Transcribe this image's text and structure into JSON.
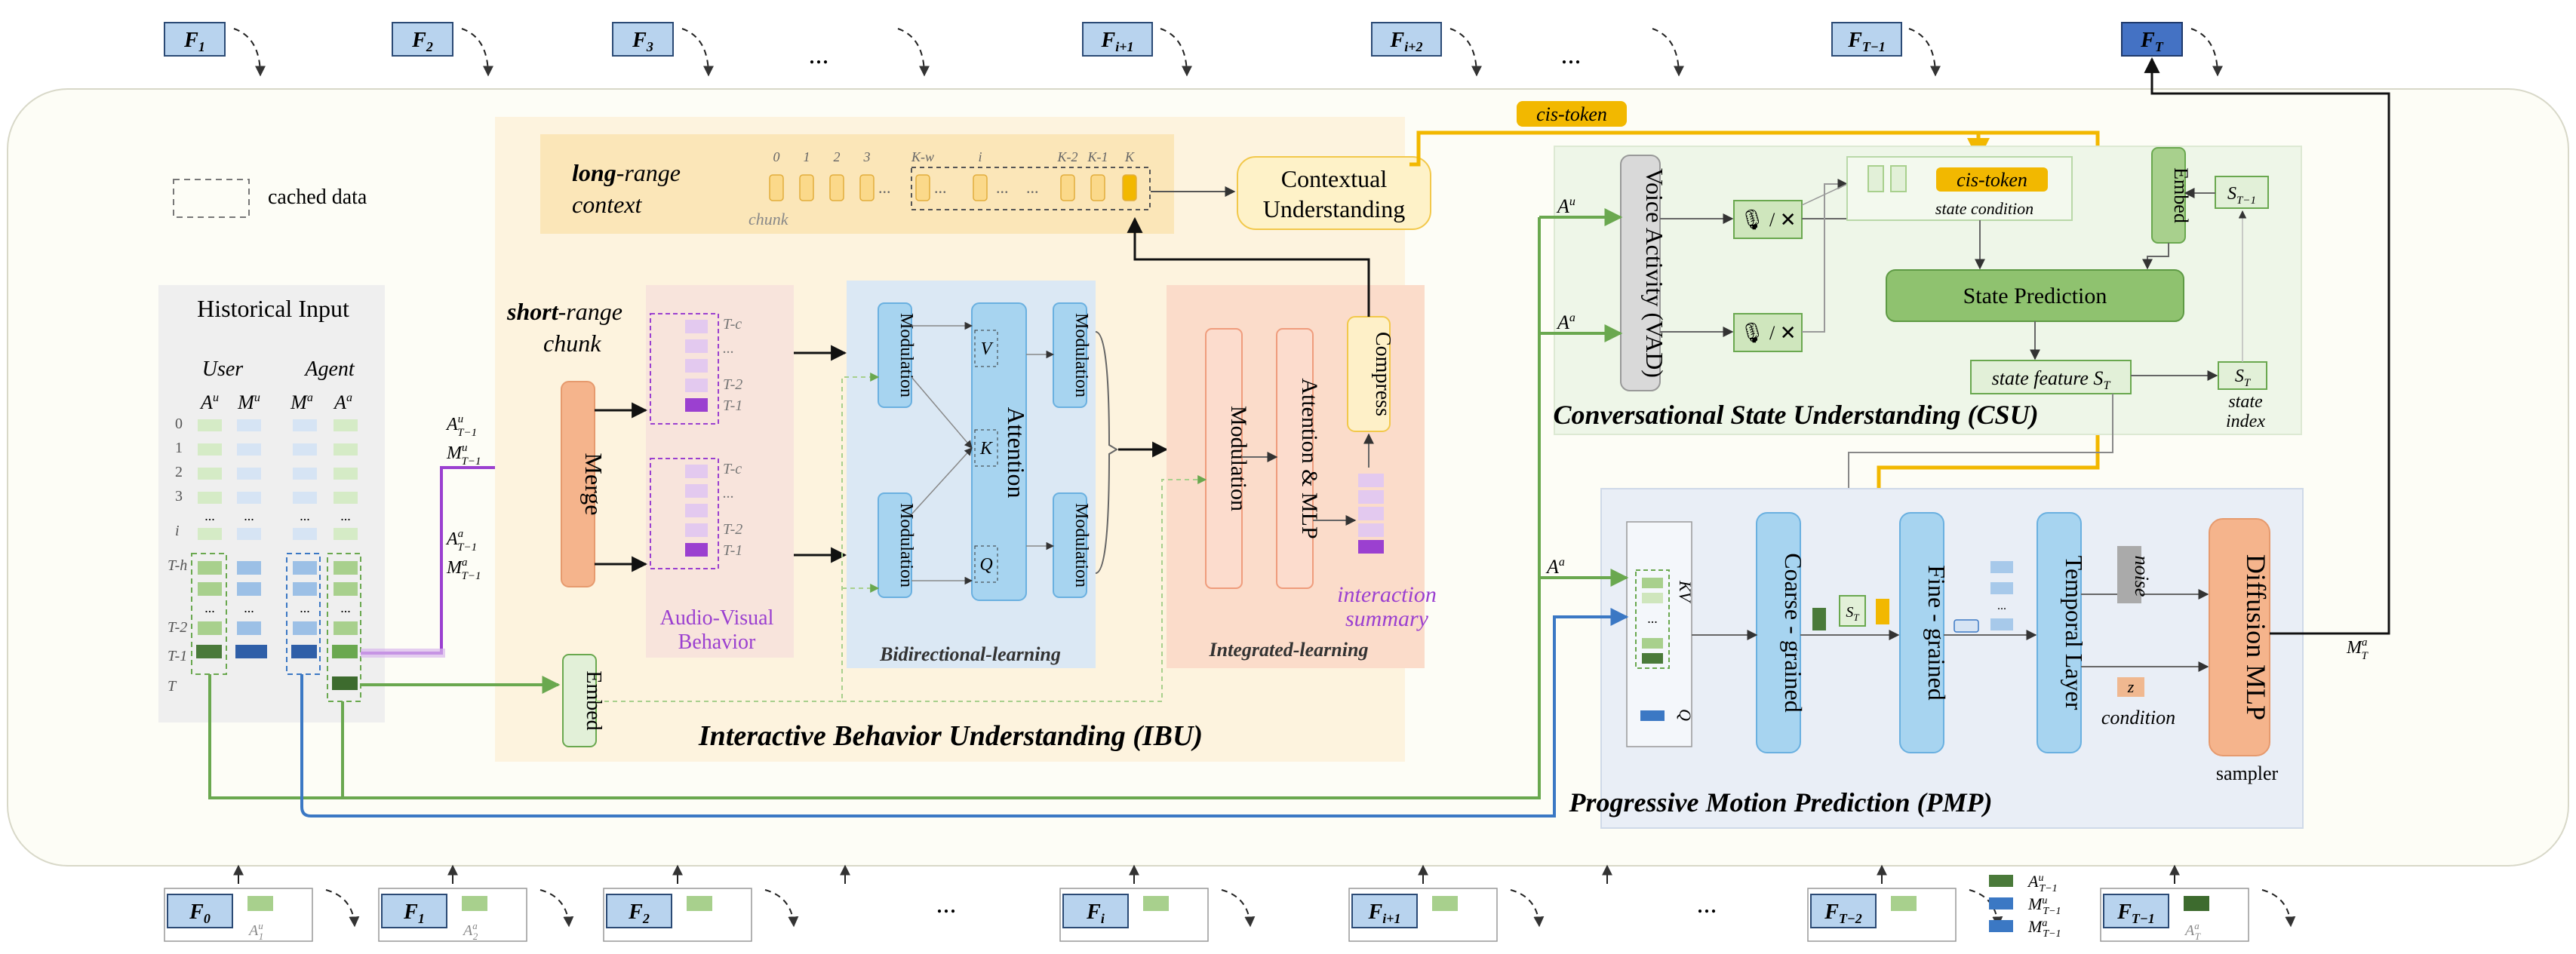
{
  "frames_top": [
    {
      "main": "F",
      "sub": "1"
    },
    {
      "main": "F",
      "sub": "2"
    },
    {
      "main": "F",
      "sub": "3"
    },
    {
      "main": "F",
      "sub": "i+1"
    },
    {
      "main": "F",
      "sub": "i+2"
    },
    {
      "main": "F",
      "sub": "T−1"
    },
    {
      "main": "F",
      "sub": "T"
    }
  ],
  "ellipsis": "...",
  "legend": {
    "cached_label": "cached data"
  },
  "historical": {
    "title": "Historical Input",
    "user": "User",
    "agent": "Agent",
    "col_au": "A",
    "col_mu": "M",
    "col_ma": "M",
    "col_aa": "A",
    "sup_u": "u",
    "sup_a": "a",
    "rows": [
      "0",
      "1",
      "2",
      "3",
      "i",
      "T-h",
      "T-2",
      "T-1",
      "T"
    ]
  },
  "inputs_mid": {
    "a_u": "A",
    "m_u": "M",
    "a_a": "A",
    "m_a": "M",
    "sup_u": "u",
    "sup_a": "a",
    "sub": "T−1"
  },
  "ibu": {
    "title": "Interactive Behavior Understanding (IBU)",
    "long_range_bold": "long",
    "long_range_rest": "-range",
    "long_context": "context",
    "chunk": "chunk",
    "chunk_indices": [
      "0",
      "1",
      "2",
      "3",
      "K-w",
      "i",
      "K-2",
      "K-1",
      "K"
    ],
    "contextual_line1": "Contextual",
    "contextual_line2": "Understanding",
    "short_range_bold": "short",
    "short_range_rest": "-range",
    "short_chunk": "chunk",
    "merge": "Merge",
    "embed": "Embed",
    "av_line1": "Audio-Visual",
    "av_line2": "Behavior",
    "stack_labels": [
      "T-c",
      "...",
      "T-2",
      "T-1"
    ],
    "modulation": "Modulation",
    "attention": "Attention",
    "v": "V",
    "k": "K",
    "q": "Q",
    "bidirectional": "Bidirectional-learning",
    "attn_mlp": "Attention  &  MLP",
    "compress": "Compress",
    "interaction_line1": "interaction",
    "interaction_line2": "summary",
    "integrated": "Integrated-learning"
  },
  "cis_token": "cis-token",
  "csu": {
    "title": "Conversational State Understanding (CSU)",
    "vad": "Voice Activity (VAD)",
    "state_condition": "state condition",
    "embed": "Embed",
    "s_prev": "S",
    "s_prev_sub": "T−1",
    "state_prediction": "State Prediction",
    "state_feature": "state feature S",
    "state_feature_sub": "T",
    "s_t": "S",
    "s_t_sub": "T",
    "state_index_line1": "state",
    "state_index_line2": "index",
    "in_au": "A",
    "in_aa": "A",
    "sup_u": "u",
    "sup_a": "a"
  },
  "pmp": {
    "title": "Progressive Motion Prediction (PMP)",
    "in_aa": "A",
    "sup_a": "a",
    "kv": "KV",
    "q": "Q",
    "coarse": "Coarse - grained",
    "st": "S",
    "st_sub": "T",
    "fine": "Fine - grained",
    "temporal": "Temporal Layer",
    "noise": "noise",
    "z": "z",
    "condition": "condition",
    "diffusion": "Diffusion MLP",
    "sampler": "sampler",
    "output": "M",
    "output_sup": "a",
    "output_sub": "T"
  },
  "frames_bottom": [
    {
      "main": "F",
      "sub": "0",
      "tag": "A",
      "tag_sup": "u",
      "tag_sub": "1"
    },
    {
      "main": "F",
      "sub": "1",
      "tag": "A",
      "tag_sup": "a",
      "tag_sub": "2"
    },
    {
      "main": "F",
      "sub": "2"
    },
    {
      "main": "F",
      "sub": "i"
    },
    {
      "main": "F",
      "sub": "i+1"
    },
    {
      "main": "F",
      "sub": "T−2"
    },
    {
      "main": "F",
      "sub": "T−1",
      "tag": "A",
      "tag_sup": "a",
      "tag_sub": "T"
    }
  ],
  "bottom_legend": [
    {
      "main": "A",
      "sup": "u",
      "sub": "T−1",
      "color": "#4a7a3a"
    },
    {
      "main": "M",
      "sup": "u",
      "sub": "T−1",
      "color": "#3b78c4"
    },
    {
      "main": "M",
      "sup": "a",
      "sub": "T−1",
      "color": "#3b78c4"
    }
  ],
  "colors": {
    "frame_fill": "#b8d3ee",
    "frame_final": "#4472c4",
    "ibu_bg": "#fdf5e0",
    "csu_bg": "#eef6e8",
    "pmp_bg": "#e9eef6",
    "green": "#6aa84f",
    "blue": "#3b78c4",
    "gold": "#f2b800",
    "purple": "#9b40d0",
    "orange": "#f0b890"
  }
}
